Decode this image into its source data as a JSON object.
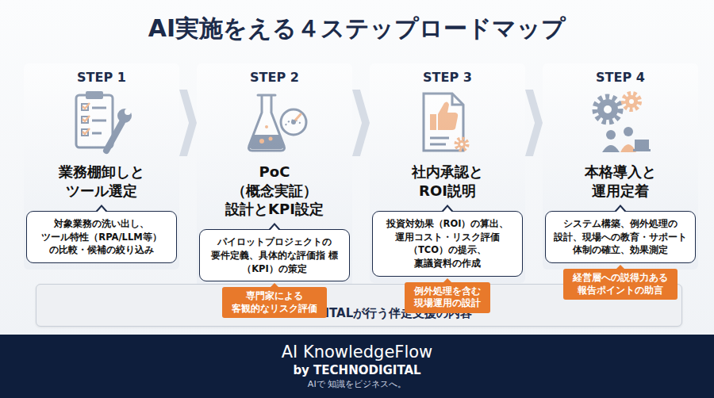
{
  "diagram": {
    "title": "AI実施をえる４ステップロードマップ",
    "nodes": [
      {
        "text": [
          "STEP 1",
          "業務棚卸しと ツール選定"
        ]
      },
      {
        "text": [
          "対象業務の洗い出し、 ツール特性（RPA/LLM等） の比較・候補の絞り込み"
        ],
        "in": 0
      },
      {
        "text": [
          "STEP 2",
          "PoC（概念実証） 設計とKPI設定"
        ]
      },
      {
        "text": [
          "パイロットプロジェクトの 要件定義、具体的な評価指 標（KPI）の策定"
        ],
        "in": 2
      },
      {
        "text": [
          "STEP 3",
          "社内承認と ROI説明"
        ]
      },
      {
        "text": [
          "投資対効果（ROI）の算出、 運用コスト・リスク評価 （TCO）の提示、稟議資料の作成"
        ],
        "in": 4
      },
      {
        "text": [
          "STEP 4",
          "本格導入と 運用定着"
        ]
      },
      {
        "text": [
          "システム構築、例外処理の 設計、現場への教育・サポート 体制の確立、効果測定"
        ],
        "in": 6
      },
      {
        "text": [
          "TECHNODIGITALが行う伴走支援の内容"
        ]
      },
      {
        "text": [
          "専門家による 客観的なリスク評価"
        ]
      },
      {
        "text": [
          "例外処理を含む 現場運用の設計"
        ]
      },
      {
        "text": [
          "経営層への説得力ある 報告ポイントの助言"
        ]
      },
      {
        "text": [
          "AI KnowledgeFlow",
          "by TECHNODIGITAL",
          "AIで 知識をビジネスへ。"
        ]
      }
    ],
    "edges": [
      {
        "from": 0,
        "to": 2,
        "arrow": "to"
      },
      {
        "from": 2,
        "to": 4,
        "arrow": "to"
      },
      {
        "from": 4,
        "to": 6,
        "arrow": "to"
      }
    ]
  }
}
